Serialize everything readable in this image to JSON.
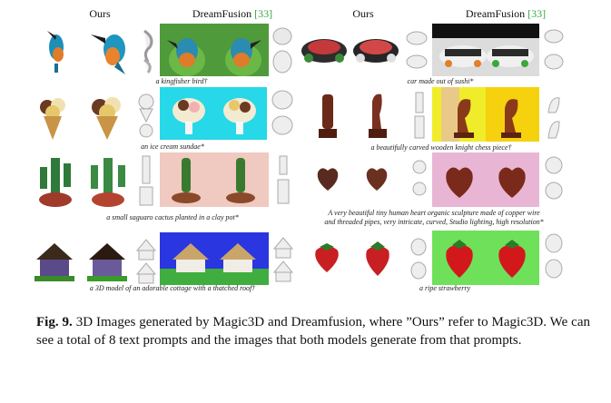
{
  "headers": {
    "left_ours": "Ours",
    "left_dream": "DreamFusion",
    "left_cite": "[33]",
    "right_ours": "Ours",
    "right_dream": "DreamFusion",
    "right_cite": "[33]"
  },
  "prompts": [
    {
      "id": "kingfisher",
      "text": "a kingfisher bird†"
    },
    {
      "id": "sushi-car",
      "text": "car made out of sushi*"
    },
    {
      "id": "sundae",
      "text": "an ice cream sundae*"
    },
    {
      "id": "knight",
      "text": "a beautifully carved wooden knight chess piece†"
    },
    {
      "id": "cactus",
      "text": "a small saguaro cactus planted in a clay pot*"
    },
    {
      "id": "heart",
      "text": "A very beautiful tiny human heart organic sculpture made of copper wire\nand threaded pipes, very intricate, curved, Studio lighting, high resolution*"
    },
    {
      "id": "cottage",
      "text": "a 3D model of an adorable cottage with a thatched roof†"
    },
    {
      "id": "strawberry",
      "text": "a ripe strawberry"
    }
  ],
  "figure_caption": {
    "label": "Fig. 9.",
    "text": " 3D Images generated by Magic3D and Dreamfusion, where ”Ours” refer to Magic3D. We can see a total of 8 text prompts and the images that both models generate from that prompts."
  },
  "colors": {
    "cite_green": "#3aa84a",
    "kingfisher_bg": "#4f9a3b",
    "sushi_bg": "#dcdcdc",
    "sundae_bg": "#26d8e8",
    "knight_bg": "#f2e41a",
    "cactus_bg": "#f0c9c0",
    "heart_bg": "#e8b6d4",
    "cottage_bg": "#2a36e0",
    "strawberry_bg": "#6fe05a"
  }
}
